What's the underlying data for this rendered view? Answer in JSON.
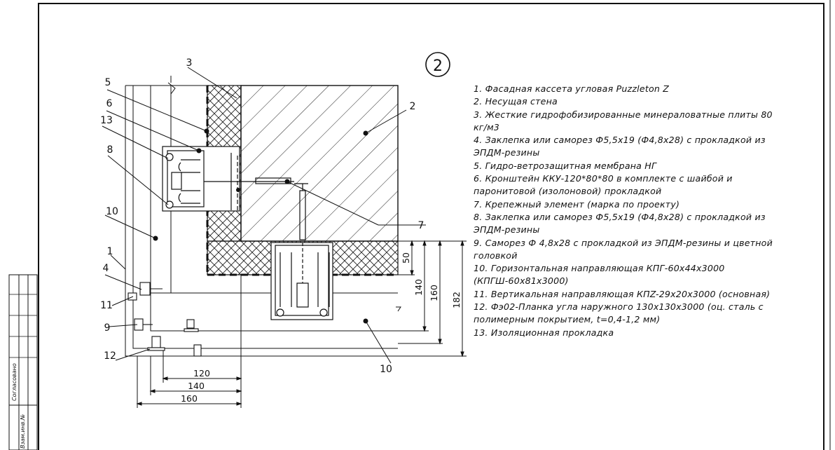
{
  "detail": {
    "number": "2"
  },
  "legend": [
    "1.   Фасадная кассета угловая Puzzleton Z",
    "2.   Несущая стена",
    "3.   Жесткие гидрофобизированные минераловатные плиты 80 кг/м3",
    "4.   Заклепка или саморез  Ф5,5х19 (Ф4,8х28) с прокладкой из ЭПДМ-резины",
    "5.   Гидро-ветрозащитная мембрана НГ",
    "6.   Кронштейн ККУ-120*80*80 в комплекте с шайбой и паронитовой (изолоновой) прокладкой",
    "7.   Крепежный элемент (марка по проекту)",
    "8.   Заклепка или саморез  Ф5,5х19 (Ф4,8х28) с прокладкой из ЭПДМ-резины",
    "9.   Саморез Ф 4,8х28 с прокладкой из ЭПДМ-резины и цветной головкой",
    "10. Горизонтальная направляющая КПГ-60х44х3000 (КПГШ-60х81х3000)",
    "11. Вертикальная направляющая КПZ-29х20х3000 (основная)",
    "12. Фэ02-Планка угла наружного  130х130х3000 (оц. сталь с полимерным покрытием, t=0,4-1,2 мм)",
    "13. Изоляционная прокладка"
  ],
  "callouts": {
    "c1": "1",
    "c2": "2",
    "c3": "3",
    "c4": "4",
    "c5": "5",
    "c6": "6",
    "c7": "7",
    "c8": "8",
    "c9": "9",
    "c10a": "10",
    "c10b": "10",
    "c11": "11",
    "c12": "12",
    "c13": "13"
  },
  "dimensions": {
    "h120": "120",
    "h140": "140",
    "h160": "160",
    "v50": "50",
    "v140": "140",
    "v160": "160",
    "v182": "182"
  },
  "stamp": {
    "agreed": "Согласовано",
    "replace": "Взам.инв.№"
  }
}
